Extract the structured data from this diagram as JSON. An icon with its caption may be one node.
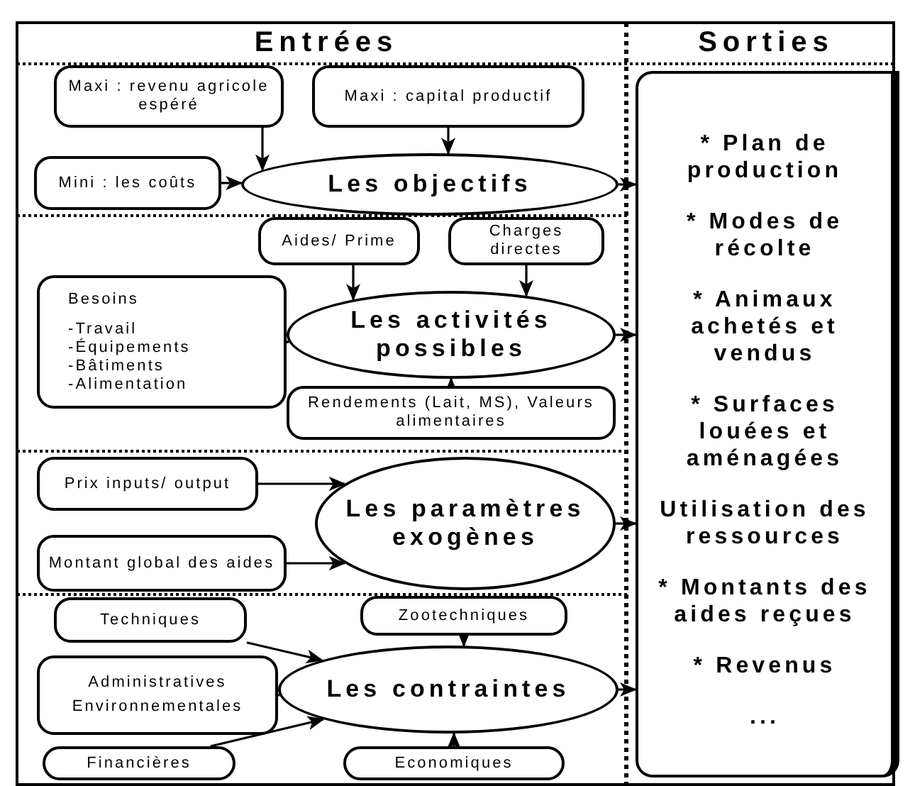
{
  "diagram": {
    "nodes": [
      {
        "text": [
          "Maxi : revenu agricole espéré"
        ]
      },
      {
        "text": [
          "Maxi : capital productif"
        ]
      },
      {
        "text": [
          "Mini : les coûts"
        ]
      },
      {
        "text": [
          "Les objectifs"
        ]
      },
      {
        "text": [
          "Aides/ Prime"
        ]
      },
      {
        "text": [
          "Charges directes"
        ]
      },
      {
        "text": [
          "Besoins",
          "-Travail",
          "-Équipements",
          "-Bâtiments",
          "-Alimentation"
        ]
      },
      {
        "text": [
          "Les activités possibles"
        ]
      },
      {
        "text": [
          "Rendements (Lait, MS), Valeurs alimentaires"
        ]
      },
      {
        "text": [
          "Prix inputs/ output"
        ]
      },
      {
        "text": [
          "Montant global des aides"
        ]
      },
      {
        "text": [
          "Les paramètres exogènes"
        ]
      },
      {
        "text": [
          "Techniques"
        ]
      },
      {
        "text": [
          "Zootechniques"
        ]
      },
      {
        "text": [
          "Administratives",
          "Environnementales"
        ]
      },
      {
        "text": [
          "Les contraintes"
        ]
      },
      {
        "text": [
          "Financières"
        ]
      },
      {
        "text": [
          "Economiques"
        ]
      },
      {
        "text": [
          "* Plan de production",
          "* Modes de récolte",
          "* Animaux achetés et vendus",
          "* Surfaces louées et aménagées",
          "Utilisation des ressources",
          "* Montants des aides reçues",
          "* Revenus",
          "..."
        ]
      }
    ],
    "edges": [
      {
        "from": 0,
        "to": 3,
        "arrow": "to"
      },
      {
        "from": 1,
        "to": 3,
        "arrow": "to"
      },
      {
        "from": 2,
        "to": 3,
        "arrow": "to"
      },
      {
        "from": 3,
        "to": 18,
        "arrow": "to"
      },
      {
        "from": 4,
        "to": 7,
        "arrow": "to"
      },
      {
        "from": 5,
        "to": 7,
        "arrow": "to"
      },
      {
        "from": 6,
        "to": 7,
        "arrow": "to"
      },
      {
        "from": 8,
        "to": 7,
        "arrow": "to"
      },
      {
        "from": 7,
        "to": 18,
        "arrow": "to"
      },
      {
        "from": 9,
        "to": 11,
        "arrow": "to"
      },
      {
        "from": 10,
        "to": 11,
        "arrow": "to"
      },
      {
        "from": 11,
        "to": 18,
        "arrow": "to"
      },
      {
        "from": 12,
        "to": 15,
        "arrow": "to"
      },
      {
        "from": 13,
        "to": 15,
        "arrow": "to"
      },
      {
        "from": 14,
        "to": 15,
        "arrow": "to"
      },
      {
        "from": 16,
        "to": 15,
        "arrow": "to"
      },
      {
        "from": 17,
        "to": 15,
        "arrow": "to"
      },
      {
        "from": 15,
        "to": 18,
        "arrow": "to"
      }
    ],
    "labels": [
      "Entrées",
      "Sorties"
    ]
  }
}
